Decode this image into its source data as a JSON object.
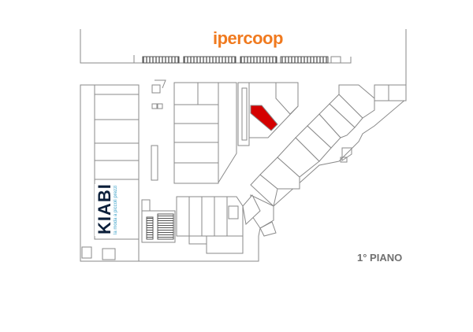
{
  "map": {
    "anchor_store": "ipercoop",
    "kiabi_brand": "KIABI",
    "kiabi_tagline": "la moda a piccoli prezzi",
    "floor_label": "1° PIANO",
    "highlight_color": "#d40000",
    "brand_color": "#f07a1f"
  }
}
